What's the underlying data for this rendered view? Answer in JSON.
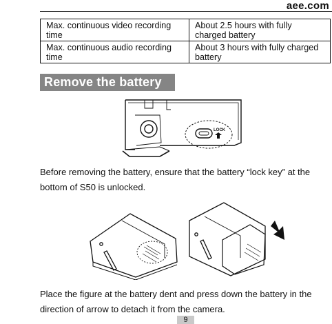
{
  "header": {
    "brand": "aee.com"
  },
  "spec_table": {
    "rows": [
      [
        "Max. continuous video recording time",
        "About 2.5 hours with fully charged battery"
      ],
      [
        "Max. continuous audio recording time",
        "About 3 hours with fully charged battery"
      ]
    ]
  },
  "section": {
    "title": "Remove the battery"
  },
  "figure1": {
    "lock_label": "LOCK"
  },
  "paragraphs": [
    "Before removing the battery, ensure that the battery “lock key” at the bottom of S50 is unlocked.",
    "Place the figure at the battery dent and press down the battery in the direction of arrow to detach it from the camera."
  ],
  "footer": {
    "page_number": "9"
  }
}
